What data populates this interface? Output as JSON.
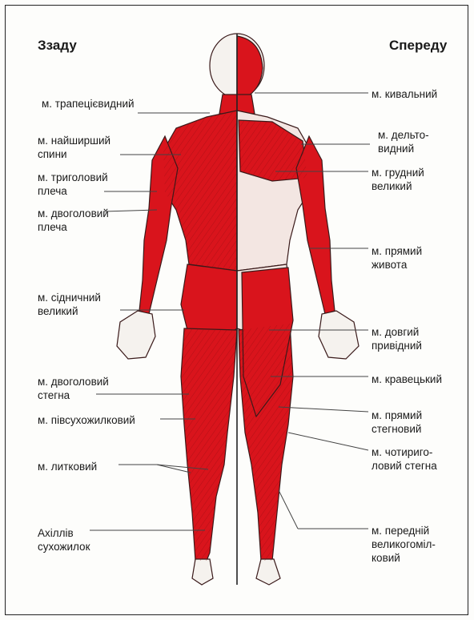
{
  "headers": {
    "back": "Ззаду",
    "front": "Спереду"
  },
  "colors": {
    "muscle": "#d9141c",
    "muscle_dark": "#8e0b10",
    "outline": "#3a1a1a",
    "line": "#444444"
  },
  "labels_left": [
    "м. трапецієвидний",
    "м. найширший\nспини",
    "м. триголовий\nплеча",
    "м. двоголовий\nплеча",
    "м. сідничний\nвеликий",
    "м. двоголовий\nстегна",
    "м. півсухожилковий",
    "м. литковий",
    "Ахіллів\nсухожилок"
  ],
  "labels_right": [
    "м. кивальний",
    "м. дельто-\nвидний",
    "м. грудний\nвеликий",
    "м. прямий\nживота",
    "м. довгий\nпривідний",
    "м. кравецький",
    "м. прямий\nстегновий",
    "м. чотириго-\nловий стегна",
    "м. передній\nвеликогоміл-\nковий"
  ]
}
